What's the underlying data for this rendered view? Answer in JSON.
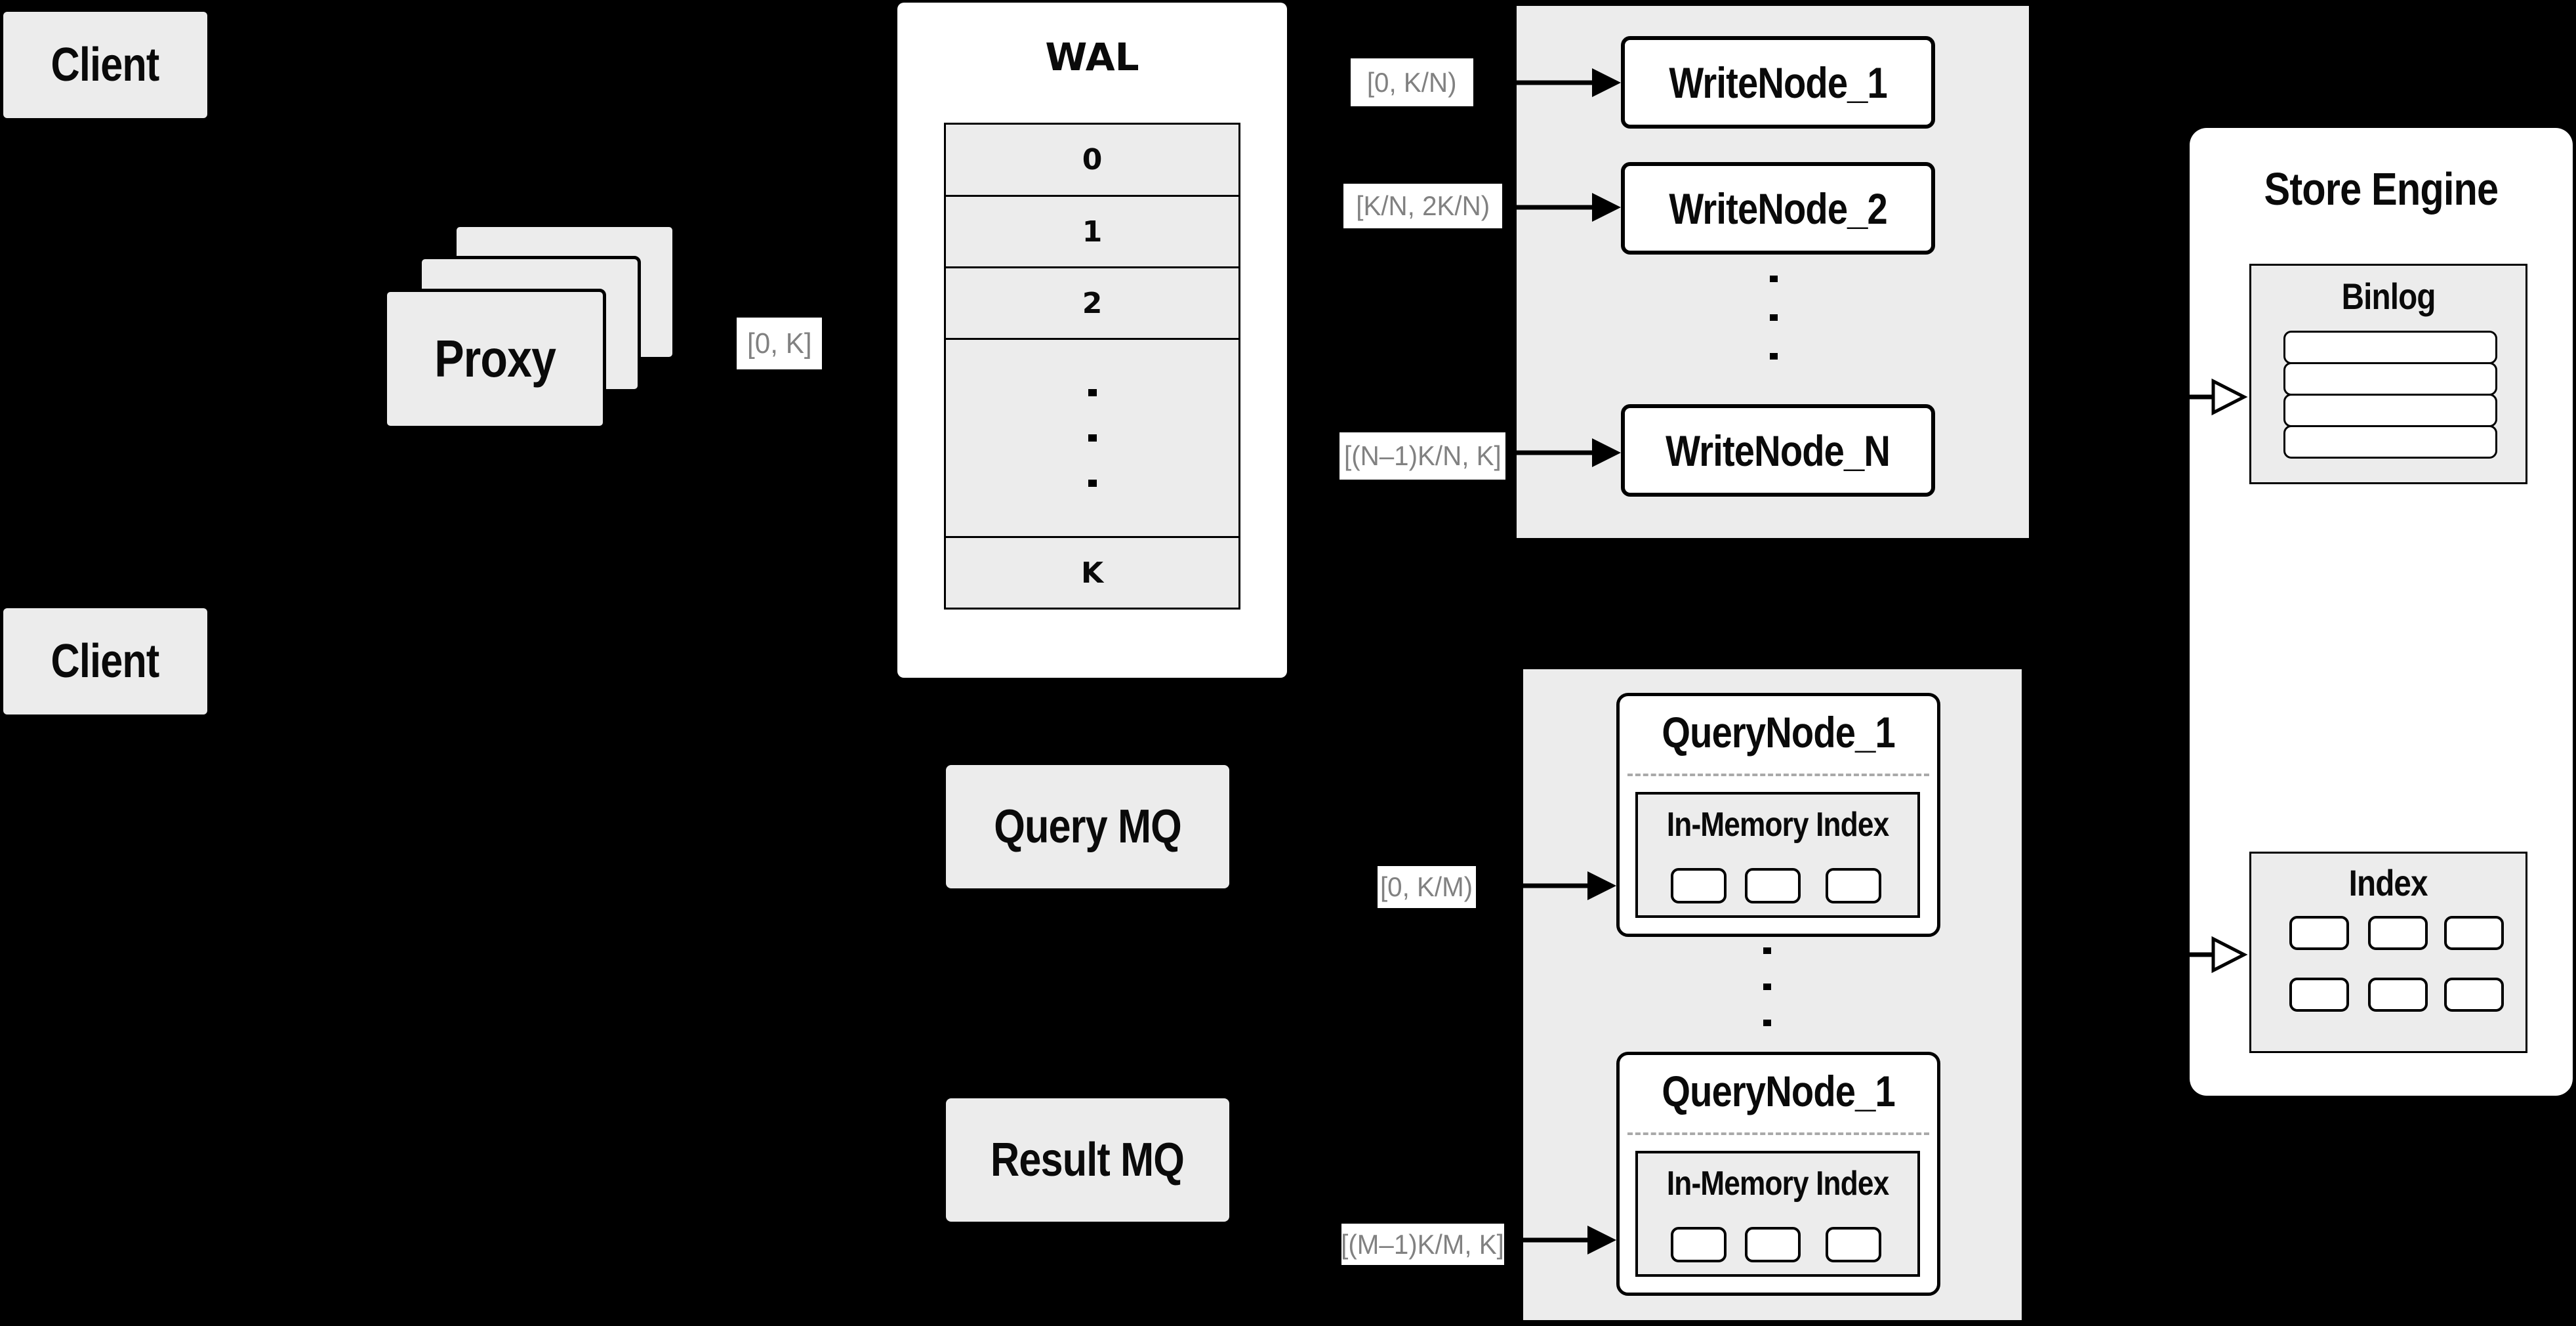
{
  "diagram": {
    "clients": {
      "top": "Client",
      "bottom": "Client"
    },
    "proxy": {
      "label": "Proxy",
      "range": "[0, K]",
      "stack_count": 3
    },
    "wal": {
      "title": "WAL",
      "segments": [
        "0",
        "1",
        "2"
      ],
      "last_segment": "K"
    },
    "write_group": {
      "nodes": [
        {
          "range": "[0, K/N)",
          "label": "WriteNode_1"
        },
        {
          "range": "[K/N, 2K/N)",
          "label": "WriteNode_2"
        },
        {
          "range": "[(N–1)K/N, K]",
          "label": "WriteNode_N"
        }
      ]
    },
    "store_engine": {
      "title": "Store Engine",
      "binlog_title": "Binlog",
      "binlog_row_count": 4,
      "index_title": "Index",
      "index_cell_count": 6
    },
    "mq": {
      "query": "Query MQ",
      "result": "Result MQ"
    },
    "query_group": {
      "nodes": [
        {
          "range": "[0, K/M)",
          "title": "QueryNode_1",
          "inner": "In-Memory Index",
          "cell_count": 3
        },
        {
          "range": "[(M–1)K/M, K]",
          "title": "QueryNode_1",
          "inner": "In-Memory Index",
          "cell_count": 3
        }
      ]
    },
    "colors": {
      "background": "#000000",
      "container_gray": "#ececec",
      "box_white": "#ffffff",
      "stroke_black": "#000000",
      "range_text_gray": "#818181"
    }
  }
}
